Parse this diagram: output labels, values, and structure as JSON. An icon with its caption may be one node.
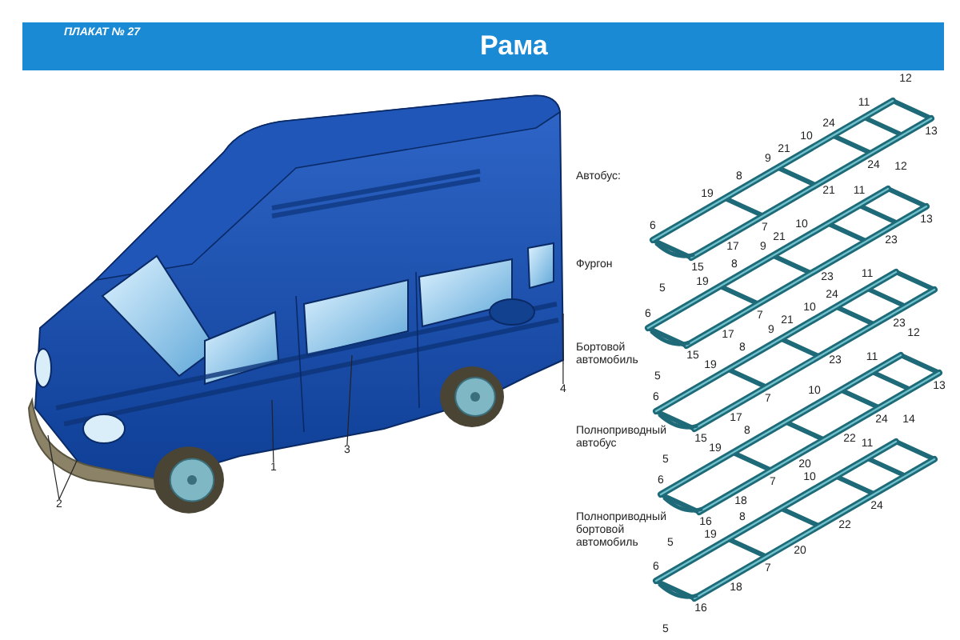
{
  "diagram": {
    "title": "Рама",
    "nodes": [
      {
        "text": [
          "1"
        ]
      },
      {
        "text": [
          "2"
        ]
      },
      {
        "text": [
          "3"
        ]
      },
      {
        "text": [
          "4"
        ]
      }
    ],
    "edges": [
      {
        "from": 0,
        "to": null,
        "arrow": "none"
      },
      {
        "from": 1,
        "to": null,
        "arrow": "none"
      },
      {
        "from": 1,
        "to": null,
        "arrow": "none"
      },
      {
        "from": 2,
        "to": null,
        "arrow": "none"
      },
      {
        "from": 3,
        "to": null,
        "arrow": "none"
      }
    ],
    "labels": [
      "ПЛАКАТ № 27",
      "Автобус:",
      "24",
      "21",
      "12",
      "11",
      "13",
      "10",
      "24",
      "21",
      "9",
      "6",
      "8",
      "19",
      "7",
      "17",
      "5",
      "15",
      "Фургон",
      "12",
      "11",
      "13",
      "23",
      "10",
      "23",
      "21",
      "9",
      "6",
      "8",
      "19",
      "7",
      "17",
      "5",
      "15",
      "Бортовой автомобиль",
      "24",
      "11",
      "23",
      "10",
      "21",
      "23",
      "9",
      "6",
      "8",
      "19",
      "7",
      "17",
      "5",
      "15",
      "Полноприводный автобус",
      "12",
      "11",
      "13",
      "10",
      "24",
      "6",
      "20",
      "22",
      "19",
      "8",
      "7",
      "5",
      "18",
      "16",
      "Полноприводный бортовой автомобиль",
      "14",
      "11",
      "10",
      "24",
      "6",
      "20",
      "22",
      "19",
      "8",
      "7",
      "18",
      "5",
      "16"
    ]
  }
}
